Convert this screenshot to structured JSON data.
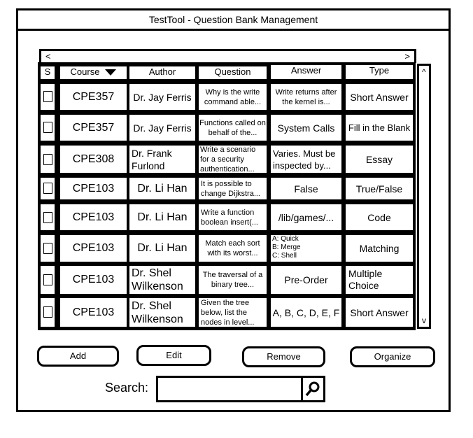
{
  "window": {
    "title": "TestTool - Question Bank Management"
  },
  "table": {
    "scroll_left": "<",
    "scroll_right": ">",
    "scroll_up": "^",
    "scroll_down": "v",
    "headers": {
      "select": "S",
      "course": "Course",
      "author": "Author",
      "question": "Question",
      "answer": "Answer",
      "type": "Type"
    },
    "rows": [
      {
        "course": "CPE357",
        "author": "Dr. Jay Ferris",
        "question": "Why is the write command able...",
        "answer": "Write returns after the kernel  is...",
        "type": "Short Answer"
      },
      {
        "course": "CPE357",
        "author": "Dr. Jay Ferris",
        "question": "Functions called on behalf of the...",
        "answer": "System Calls",
        "type": "Fill in the Blank"
      },
      {
        "course": "CPE308",
        "author": "Dr. Frank Furlond",
        "question": "Write a scenario for a security authentication...",
        "answer": "Varies. Must be inspected by...",
        "type": "Essay"
      },
      {
        "course": "CPE103",
        "author": "Dr. Li Han",
        "question": "It is possible to change Dijkstra...",
        "answer": "False",
        "type": "True/False"
      },
      {
        "course": "CPE103",
        "author": "Dr. Li Han",
        "question": "Write a function boolean insert(...",
        "answer": "/lib/games/...",
        "type": "Code"
      },
      {
        "course": "CPE103",
        "author": "Dr. Li Han",
        "question": "Match each sort with its worst...",
        "answer": "A: Quick B: Merge C: Shell",
        "type": "Matching"
      },
      {
        "course": "CPE103",
        "author": "Dr. Shel Wilkenson",
        "question": "The traversal of a binary tree...",
        "answer": "Pre-Order",
        "type": "Multiple Choice"
      },
      {
        "course": "CPE103",
        "author": "Dr. Shel Wilkenson",
        "question": "Given the tree below, list the nodes in level...",
        "answer": "A, B, C, D, E, F",
        "type": "Short Answer"
      }
    ]
  },
  "buttons": {
    "add": "Add",
    "edit": "Edit",
    "remove": "Remove",
    "organize": "Organize"
  },
  "search": {
    "label": "Search:",
    "value": ""
  }
}
